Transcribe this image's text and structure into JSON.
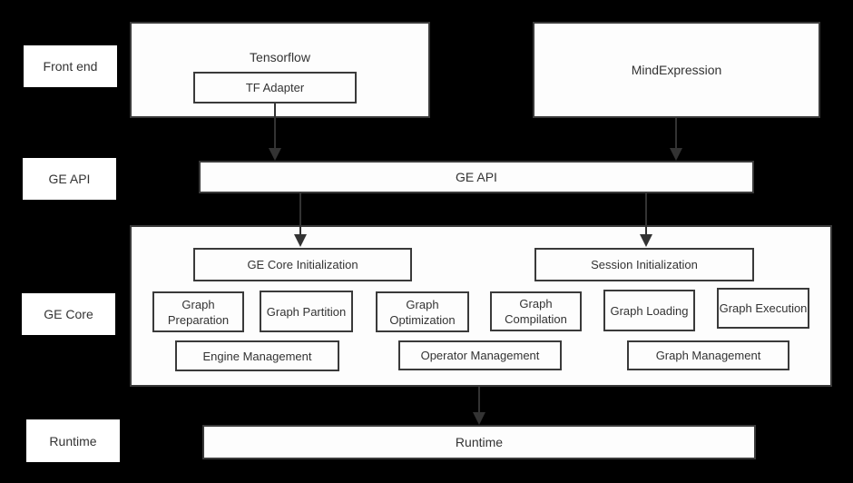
{
  "colors": {
    "background": "#000000",
    "box_fill": "#fdfdfd",
    "label_fill": "#ffffff",
    "border": "#3a3a3a",
    "text": "#333333",
    "arrow": "#333333"
  },
  "row_labels": {
    "front_end": "Front end",
    "ge_api": "GE API",
    "ge_core": "GE Core",
    "runtime": "Runtime"
  },
  "boxes": {
    "tensorflow": "Tensorflow",
    "tf_adapter": "TF Adapter",
    "mind_expression": "MindExpression",
    "ge_api_bar": "GE API",
    "ge_core_init": "GE Core Initialization",
    "session_init": "Session Initialization",
    "stages": [
      "Graph Preparation",
      "Graph Partition",
      "Graph Optimization",
      "Graph Compilation",
      "Graph Loading",
      "Graph Execution"
    ],
    "management": [
      "Engine Management",
      "Operator Management",
      "Graph Management"
    ],
    "runtime_bar": "Runtime"
  },
  "edges": [
    {
      "from": "TF Adapter",
      "to": "GE API"
    },
    {
      "from": "MindExpression",
      "to": "GE API"
    },
    {
      "from": "GE API",
      "to": "GE Core Initialization"
    },
    {
      "from": "GE API",
      "to": "Session Initialization"
    },
    {
      "from": "GE Core",
      "to": "Runtime"
    }
  ]
}
